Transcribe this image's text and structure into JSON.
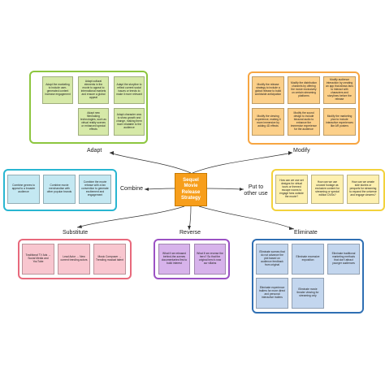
{
  "center": "Sequel Movie Release Strategy",
  "branches": {
    "adapt": {
      "label": "Adapt",
      "color": "#8dc63f",
      "notes": [
        "Adapt the marketing to include user-generated content increase engagement",
        "Adapt cultural elements in the movie to appeal to international markets and ensure a global appeal",
        "Adapt the storyline to reflect current social issues or trends to make it more relevant",
        "Adapt new filmmaking technologies, such as virtual reality scenes or enhanced special effects",
        "Adapt character arcs to show growth and change, making them more relatable to the audience"
      ]
    },
    "modify": {
      "label": "Modify",
      "color": "#f7a541",
      "notes": [
        "Modify the release strategy to include a global release to build worldwide anticipation",
        "Modify the distribution channels by offering the movie exclusively on certain streaming platforms",
        "Modify audience interaction by creating an app that allows fans to interact with characters and storylines before the release",
        "Modify the viewing experience, making it more immersive by adding 4D effects",
        "Modify the sound design to include binaural audio to enhance the immersive experience for the audience",
        "Modify the marketing plan to include interactive experiences like AR posters"
      ]
    },
    "combine": {
      "label": "Combine",
      "color": "#29b6d1",
      "notes": [
        "Combine genres to appeal to a broader audience",
        "Combine movie merchandise with other popular brands",
        "Combine the movie release with a fan convention to generate excitement and engagement"
      ]
    },
    "put_to_other_use": {
      "label": "Put to other use",
      "color": "#f3d23c",
      "notes": [
        "How can we use set designs for virtual tours or themed escape rooms to engage fans outside the movie?",
        "How can we use unused footage as exclusive content for streaming or special edition DVDs?",
        "How can we create side stories or prequels for streaming to expand the universe and engage viewers?"
      ]
    },
    "substitute": {
      "label": "Substitute",
      "color": "#e8697c",
      "notes": [
        "Traditional TV Ads → Social Media and YouTube",
        "Lead Actor → New current trending actors",
        "Music Composer → Trending musical talent"
      ]
    },
    "reverse": {
      "label": "Reverse",
      "color": "#9b51c4",
      "notes": [
        "What if we released behind-the-scenes documentaries first to build interest",
        "What if we reverse the hero? So that the original hero's now our villains"
      ]
    },
    "eliminate": {
      "label": "Eliminate",
      "color": "#2f6fb3",
      "notes": [
        "Eliminate scenes that do not advance the plot based on audience feedback from original",
        "Eliminate excessive exposition",
        "Eliminate traditional marketing methods that don't attract younger audiences",
        "Eliminate experience trailers for more direct and personal interactive trailers",
        "Eliminate movie theater viewing for streaming only"
      ]
    }
  }
}
